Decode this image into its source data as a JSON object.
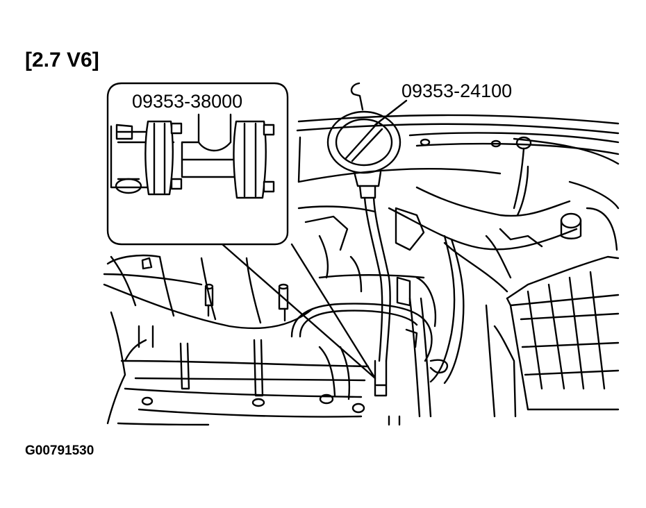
{
  "diagram": {
    "engine_label": "[2.7 V6]",
    "adapter_part_number": "09353-38000",
    "gauge_part_number": "09353-24100",
    "figure_code": "G00791530"
  }
}
